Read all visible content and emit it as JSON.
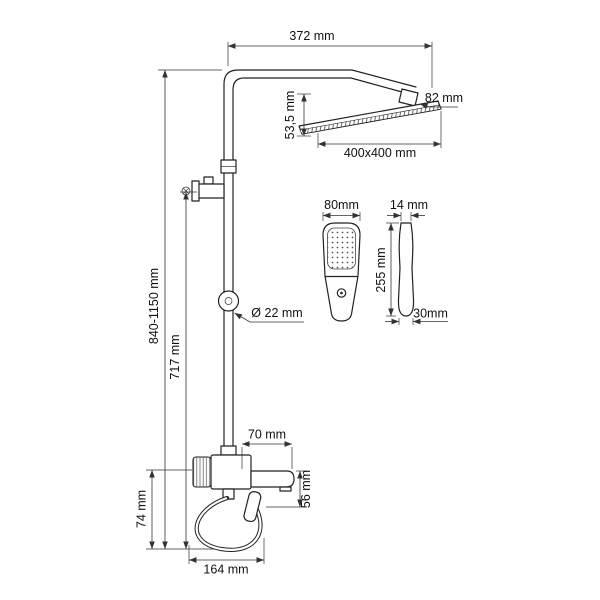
{
  "colors": {
    "background": "#ffffff",
    "line": "#222222",
    "dimension": "#333333",
    "text": "#111111"
  },
  "dimensions": {
    "arm_reach": "372 mm",
    "head_edge": "82 mm",
    "head_height": "53,5 mm",
    "head_size": "400x400 mm",
    "hand_shower_width": "80mm",
    "hand_shower_depth": "14 mm",
    "hand_shower_length": "255 mm",
    "hand_shower_handle_width": "30mm",
    "pipe_diameter": "Ø 22 mm",
    "total_height": "840-1150 mm",
    "riser_height": "717 mm",
    "spout_length": "70 mm",
    "spout_height": "56 mm",
    "mixer_offset": "74 mm",
    "hose_width": "164 mm"
  }
}
